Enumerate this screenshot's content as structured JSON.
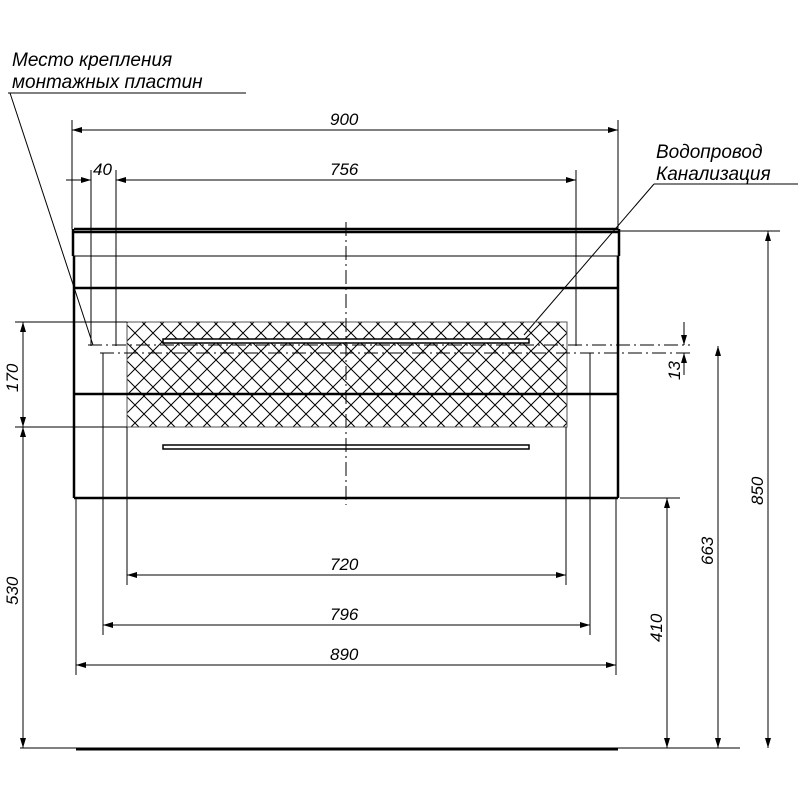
{
  "labels": {
    "mounting_plates": [
      "Место крепления",
      "монтажных пластин"
    ],
    "plumbing": [
      "Водопровод",
      "Канализация"
    ]
  },
  "dimensions": {
    "total_width": "900",
    "plate_offset": "40",
    "plate_spacing": "756",
    "inner_width_720": "720",
    "inner_width_796": "796",
    "body_width": "890",
    "hatch_height": "170",
    "mount_height": "530",
    "pipe_offset": "13",
    "total_height": "850",
    "pipe_height": "663",
    "floor_clearance": "410"
  }
}
